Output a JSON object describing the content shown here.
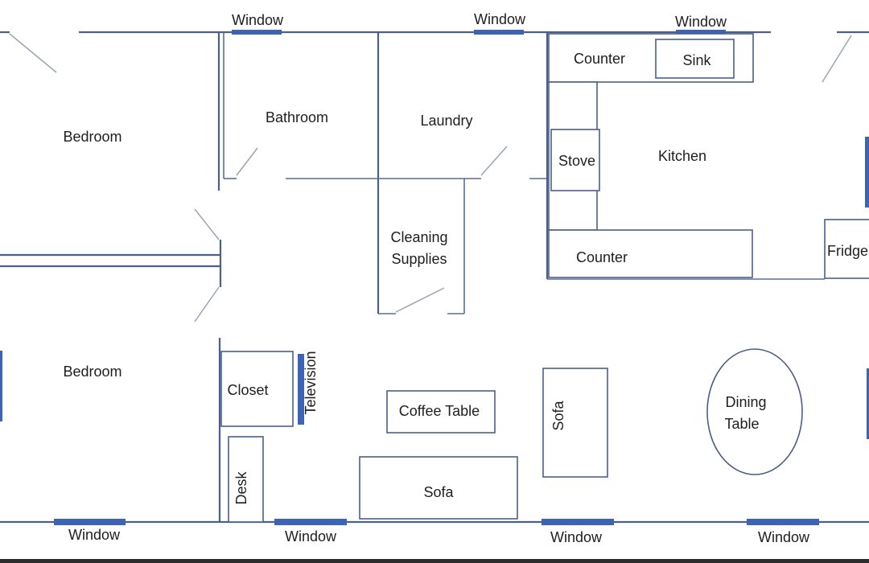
{
  "colors": {
    "wall": "#4a5f8a",
    "window": "#3d63b5",
    "door_swing": "#9aa4b4",
    "background": "#ffffff"
  },
  "rooms": {
    "bedroom_top": "Bedroom",
    "bathroom": "Bathroom",
    "laundry": "Laundry",
    "kitchen": "Kitchen",
    "cleaning_supplies": [
      "Cleaning",
      "Supplies"
    ],
    "bedroom_bottom": "Bedroom"
  },
  "fixtures": {
    "counter_top": "Counter",
    "sink": "Sink",
    "stove": "Stove",
    "counter_bottom": "Counter",
    "fridge": "Fridge",
    "closet": "Closet",
    "television": "Television",
    "desk": "Desk",
    "coffee_table": "Coffee Table",
    "sofa_vertical": "Sofa",
    "sofa_horizontal": "Sofa",
    "dining_table": [
      "Dining",
      "Table"
    ]
  },
  "windows": {
    "top_1": "Window",
    "top_2": "Window",
    "top_3": "Window",
    "bottom_1": "Window",
    "bottom_2": "Window",
    "bottom_3": "Window",
    "bottom_4": "Window"
  }
}
